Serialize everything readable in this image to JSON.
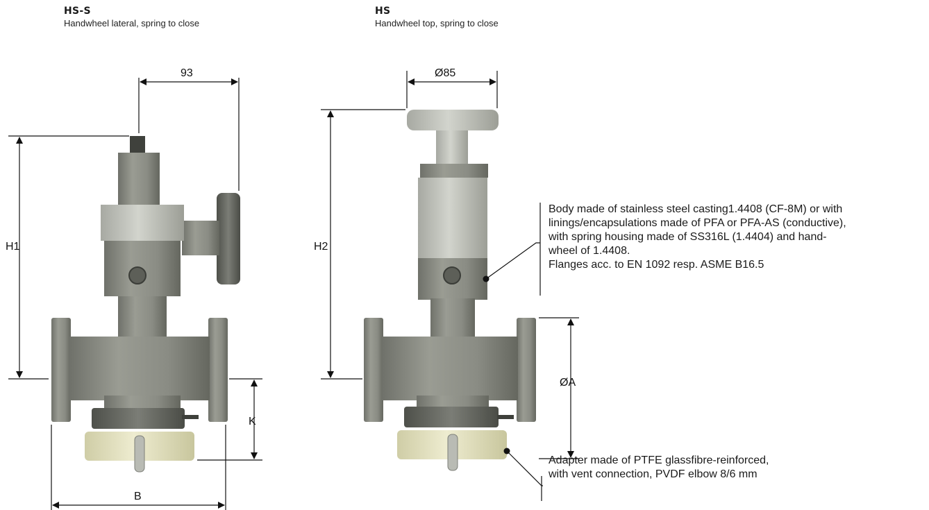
{
  "left_valve": {
    "code": "HS-S",
    "description": "Handwheel lateral, spring to close",
    "dimensions": {
      "width_top": "93",
      "height": "H1",
      "height_flange": "K",
      "base_width": "B"
    }
  },
  "right_valve": {
    "code": "HS",
    "description": "Handwheel top, spring to close",
    "dimensions": {
      "handwheel_diameter": "Ø85",
      "height": "H2",
      "flange_diameter": "ØA"
    }
  },
  "notes": {
    "body": [
      "Body made of stainless steel casting1.4408 (CF-8M) or with",
      "linings/encapsulations made of PFA or PFA-AS (conductive),",
      "with spring housing made of SS316L (1.4404) and hand-",
      "wheel of 1.4408.",
      "Flanges acc. to EN 1092 resp. ASME B16.5"
    ],
    "adapter": [
      "Adapter made of PTFE glassfibre-reinforced,",
      "with vent connection, PVDF elbow 8/6 mm"
    ]
  },
  "colors": {
    "valve_body": "#8e9087",
    "valve_light": "#c9cbc4",
    "adapter": "#e8e6c4",
    "line": "#111111"
  }
}
